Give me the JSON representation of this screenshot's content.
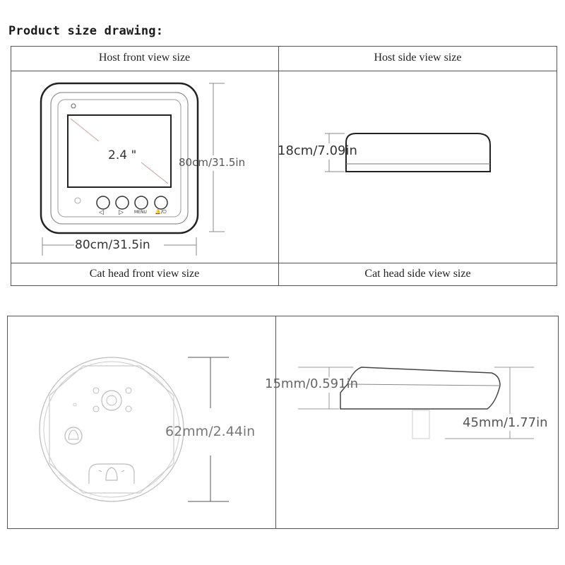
{
  "heading": "Product size drawing:",
  "top_table": {
    "headers": [
      "Host front view size",
      "Host side view size"
    ],
    "footers": [
      "Cat head front view size",
      "Cat head side view size"
    ]
  },
  "host_front": {
    "screen_label": "2.4 \"",
    "height_dim": "80cm/31.5in",
    "width_dim": "80cm/31.5in",
    "button_labels": [
      "◁",
      "▷",
      "MENU",
      "🔔/⏻"
    ]
  },
  "host_side": {
    "thickness_dim": "18cm/7.09in"
  },
  "cat_front": {
    "diameter_dim": "62mm/2.44in"
  },
  "cat_side": {
    "thickness_dim": "15mm/0.591in",
    "depth_dim": "45mm/1.77in"
  }
}
